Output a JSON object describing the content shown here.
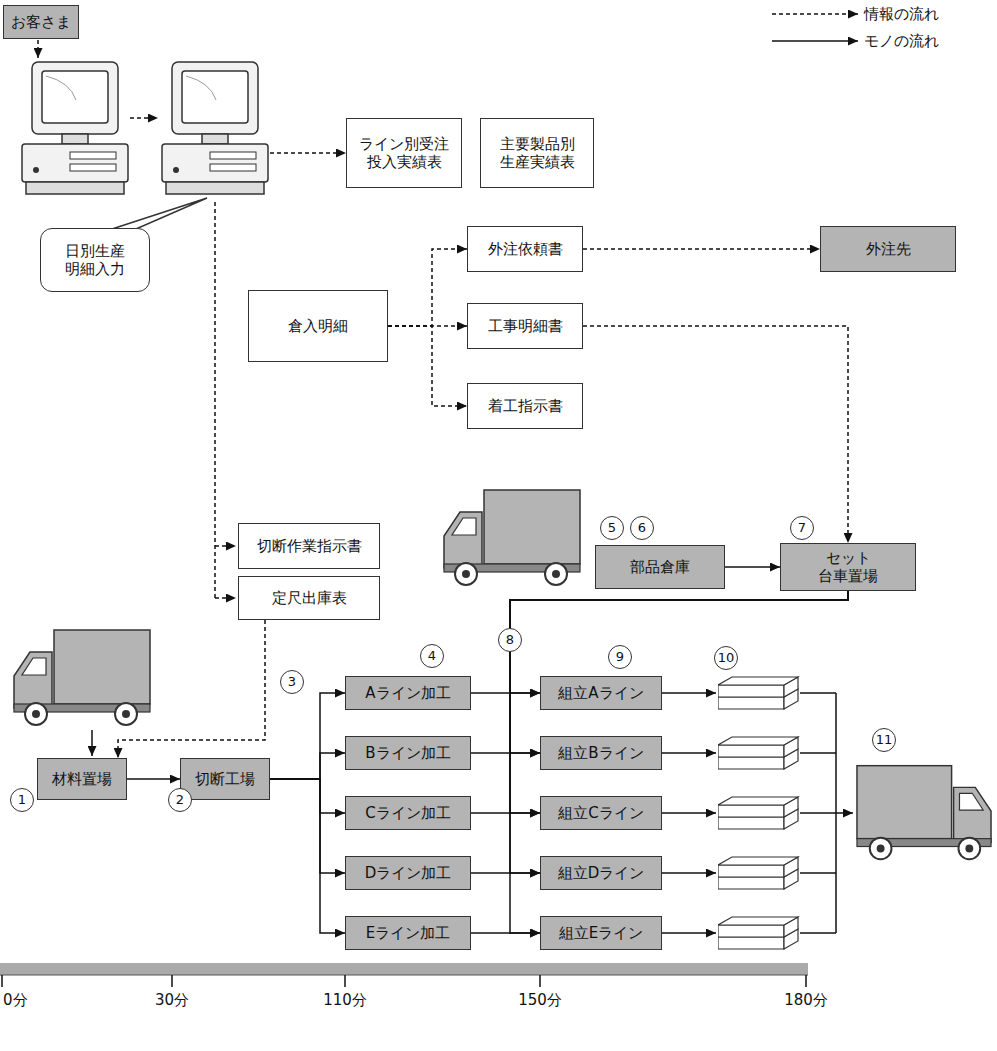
{
  "diagram": {
    "nodes": [
      {
        "text": [
          "お客さま"
        ]
      },
      {
        "text": [
          "日別生産 明細入力"
        ]
      },
      {
        "text": [
          "ライン別受注 投入実績表"
        ]
      },
      {
        "text": [
          "主要製品別 生産実績表"
        ]
      },
      {
        "text": [
          "外注依頼書"
        ]
      },
      {
        "text": [
          "外注先"
        ]
      },
      {
        "text": [
          "倉入明細"
        ]
      },
      {
        "text": [
          "工事明細書"
        ]
      },
      {
        "text": [
          "着工指示書"
        ]
      },
      {
        "text": [
          "切断作業指示書"
        ]
      },
      {
        "text": [
          "部品倉庫"
        ]
      },
      {
        "text": [
          "セット 台車置場"
        ]
      },
      {
        "text": [
          "定尺出庫表"
        ]
      },
      {
        "text": [
          "材料置場"
        ]
      },
      {
        "text": [
          "切断工場"
        ]
      },
      {
        "text": [
          "Aライン加工"
        ]
      },
      {
        "text": [
          "Bライン加工"
        ]
      },
      {
        "text": [
          "Cライン加工"
        ]
      },
      {
        "text": [
          "Dライン加工"
        ]
      },
      {
        "text": [
          "Eライン加工"
        ]
      },
      {
        "text": [
          "組立Aライン"
        ]
      },
      {
        "text": [
          "組立Bライン"
        ]
      },
      {
        "text": [
          "組立Cライン"
        ]
      },
      {
        "text": [
          "組立Dライン"
        ]
      },
      {
        "text": [
          "組立Eライン"
        ]
      }
    ],
    "edges": [
      {
        "from": 6,
        "to": 4,
        "arrow": "to"
      },
      {
        "from": 6,
        "to": 7,
        "arrow": "to"
      },
      {
        "from": 6,
        "to": 8,
        "arrow": "to"
      },
      {
        "from": 4,
        "to": 5,
        "arrow": "to"
      },
      {
        "from": 7,
        "to": 11,
        "arrow": "to"
      },
      {
        "from": 10,
        "to": 11,
        "arrow": "to"
      },
      {
        "from": 12,
        "to": 13,
        "arrow": "to"
      },
      {
        "from": 13,
        "to": 14,
        "arrow": "to"
      },
      {
        "from": 14,
        "to": 15,
        "arrow": "to"
      },
      {
        "from": 14,
        "to": 16,
        "arrow": "to"
      },
      {
        "from": 14,
        "to": 17,
        "arrow": "to"
      },
      {
        "from": 14,
        "to": 18,
        "arrow": "to"
      },
      {
        "from": 14,
        "to": 19,
        "arrow": "to"
      },
      {
        "from": 15,
        "to": 20,
        "arrow": "to"
      },
      {
        "from": 16,
        "to": 21,
        "arrow": "to"
      },
      {
        "from": 17,
        "to": 22,
        "arrow": "to"
      },
      {
        "from": 18,
        "to": 23,
        "arrow": "to"
      },
      {
        "from": 19,
        "to": 24,
        "arrow": "to"
      },
      {
        "from": 11,
        "to": 20,
        "arrow": "to"
      },
      {
        "from": 11,
        "to": 21,
        "arrow": "to"
      },
      {
        "from": 11,
        "to": 22,
        "arrow": "to"
      },
      {
        "from": 11,
        "to": 23,
        "arrow": "to"
      },
      {
        "from": 11,
        "to": 24,
        "arrow": "to"
      }
    ],
    "labels": [
      "1",
      "2",
      "3",
      "4",
      "5",
      "6",
      "7",
      "8",
      "9",
      "10",
      "11",
      "0分",
      "30分",
      "110分",
      "150分",
      "180分"
    ],
    "legend": [
      {
        "text": "情報の流れ"
      },
      {
        "text": "モノの流れ"
      }
    ]
  }
}
